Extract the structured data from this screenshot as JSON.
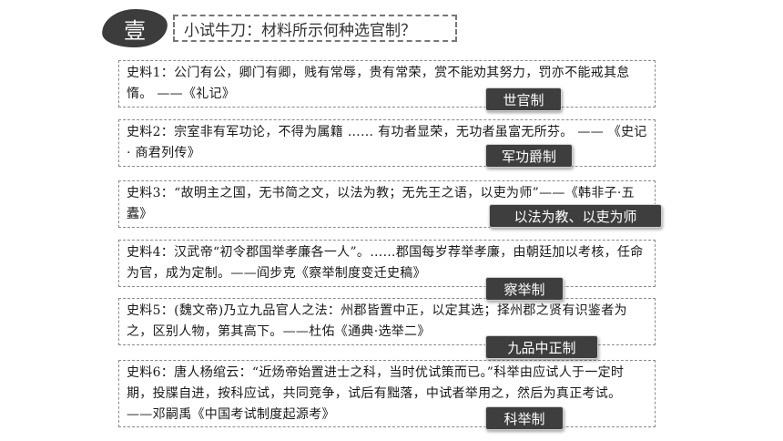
{
  "header": {
    "badge": "壹",
    "question": "小试牛刀：材料所示何种选官制？"
  },
  "materials": [
    {
      "text": "史料1：公门有公，卿门有卿，贱有常辱，贵有常荣，赏不能劝其努力，罚亦不能戒其怠惰。 ——《礼记》",
      "tag": "世官制"
    },
    {
      "text": "史料2：宗室非有军功论，不得为属籍 …… 有功者显荣，无功者虽富无所芬。  —— 《史记 · 商君列传》",
      "tag": "军功爵制"
    },
    {
      "text": "史料3：“故明主之国，无书简之文，以法为教；无先王之语，以吏为师”——《韩非子·五蠹》",
      "tag": "以法为教、以吏为师"
    },
    {
      "text": "史料4：汉武帝“初令郡国举孝廉各一人”。……郡国每岁荐举孝廉，由朝廷加以考核，任命为官，成为定制。——阎步克《察举制度变迁史稿》",
      "tag": "察举制"
    },
    {
      "text": "史料5：(魏文帝)乃立九品官人之法：州郡皆置中正，以定其选；择州郡之贤有识鉴者为之，区别人物，第其高下。——杜佑《通典·选举二》",
      "tag": "九品中正制"
    },
    {
      "text": "史料6：唐人杨绾云：“近炀帝始置进士之科，当时优试策而已。”科举由应试人于一定时期，投牒自进，按科应试，共同竞争，试后有黜落，中试者举用之，然后为真正考试。 ——邓嗣禹《中国考试制度起源考》",
      "tag": "科举制"
    }
  ]
}
